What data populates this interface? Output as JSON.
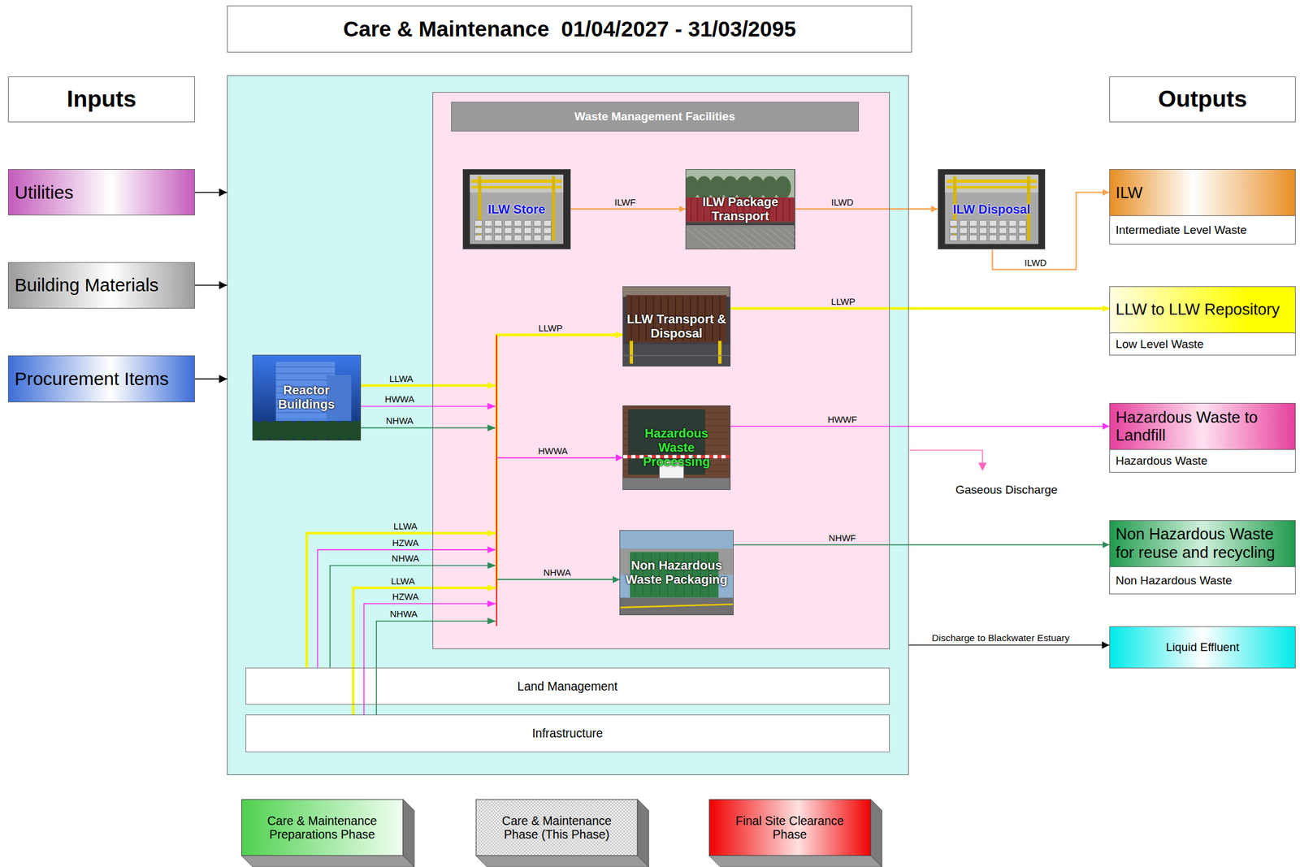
{
  "diagram": {
    "title": "Care & Maintenance  01/04/2027 - 31/03/2095",
    "nodes": [
      {
        "text": [
          "Inputs"
        ]
      },
      {
        "text": [
          "Utilities"
        ]
      },
      {
        "text": [
          "Building Materials"
        ]
      },
      {
        "text": [
          "Procurement Items"
        ]
      },
      {
        "text": []
      },
      {
        "text": [
          "Reactor Buildings"
        ],
        "in": 4
      },
      {
        "text": [
          "Waste Management Facilities"
        ],
        "in": 4
      },
      {
        "text": [
          "ILW Store"
        ],
        "in": 6
      },
      {
        "text": [
          "ILW Package Transport"
        ],
        "in": 6
      },
      {
        "text": [
          "LLW Transport & Disposal"
        ],
        "in": 6
      },
      {
        "text": [
          "Hazardous Waste Processing"
        ],
        "in": 6
      },
      {
        "text": [
          "Non Hazardous Waste Packaging"
        ],
        "in": 6
      },
      {
        "text": [
          "Land Management"
        ],
        "in": 4
      },
      {
        "text": [
          "Infrastructure"
        ],
        "in": 4
      },
      {
        "text": [
          "ILW Disposal"
        ]
      },
      {
        "text": [
          "Outputs"
        ]
      },
      {
        "text": [
          "ILW",
          "Intermediate Level Waste"
        ]
      },
      {
        "text": [
          "LLW to LLW Repository",
          "Low Level Waste"
        ]
      },
      {
        "text": [
          "Hazardous Waste to Landfill",
          "Hazardous Waste"
        ]
      },
      {
        "text": [
          "Non Hazardous Waste for reuse and recycling",
          "Non Hazardous Waste"
        ]
      },
      {
        "text": [
          "Liquid Effluent"
        ]
      },
      {
        "text": [
          "Care & Maintenance Preparations Phase"
        ]
      },
      {
        "text": [
          "Care & Maintenance Phase (This Phase)"
        ]
      },
      {
        "text": [
          "Final Site Clearance Phase"
        ]
      }
    ],
    "edges": [
      {
        "from": 1,
        "to": 4,
        "arrow": "to"
      },
      {
        "from": 2,
        "to": 4,
        "arrow": "to"
      },
      {
        "from": 3,
        "to": 4,
        "arrow": "to"
      },
      {
        "from": 7,
        "to": 8,
        "label": "ILWF",
        "arrow": "to"
      },
      {
        "from": 8,
        "to": 14,
        "label": "ILWD",
        "arrow": "to"
      },
      {
        "from": 14,
        "to": 16,
        "label": "ILWD",
        "arrow": "to"
      },
      {
        "from": 9,
        "to": 17,
        "label": "LLWP",
        "arrow": "to"
      },
      {
        "from": 5,
        "to": 9,
        "label": "LLWA",
        "arrow": "to"
      },
      {
        "from": 5,
        "to": 10,
        "label": "HWWA",
        "arrow": "to"
      },
      {
        "from": 5,
        "to": 11,
        "label": "NHWA",
        "arrow": "to"
      },
      {
        "from": 10,
        "to": 18,
        "label": "HWWF",
        "arrow": "to"
      },
      {
        "from": 12,
        "to": 9,
        "label": "LLWA",
        "arrow": "to"
      },
      {
        "from": 12,
        "to": 10,
        "label": "HZWA",
        "arrow": "to"
      },
      {
        "from": 12,
        "to": 11,
        "label": "NHWA",
        "arrow": "to"
      },
      {
        "from": 13,
        "to": 9,
        "label": "LLWA",
        "arrow": "to"
      },
      {
        "from": 13,
        "to": 10,
        "label": "HZWA",
        "arrow": "to"
      },
      {
        "from": 13,
        "to": 11,
        "label": "NHWA",
        "arrow": "to"
      },
      {
        "from": 11,
        "to": 19,
        "label": "NHWF",
        "arrow": "to"
      },
      {
        "from": 4,
        "to": 20,
        "label": "Discharge to Blackwater Estuary",
        "arrow": "to"
      }
    ],
    "labels": [
      "LLWP",
      "HWWA",
      "Gaseous Discharge",
      "NHWA"
    ]
  }
}
